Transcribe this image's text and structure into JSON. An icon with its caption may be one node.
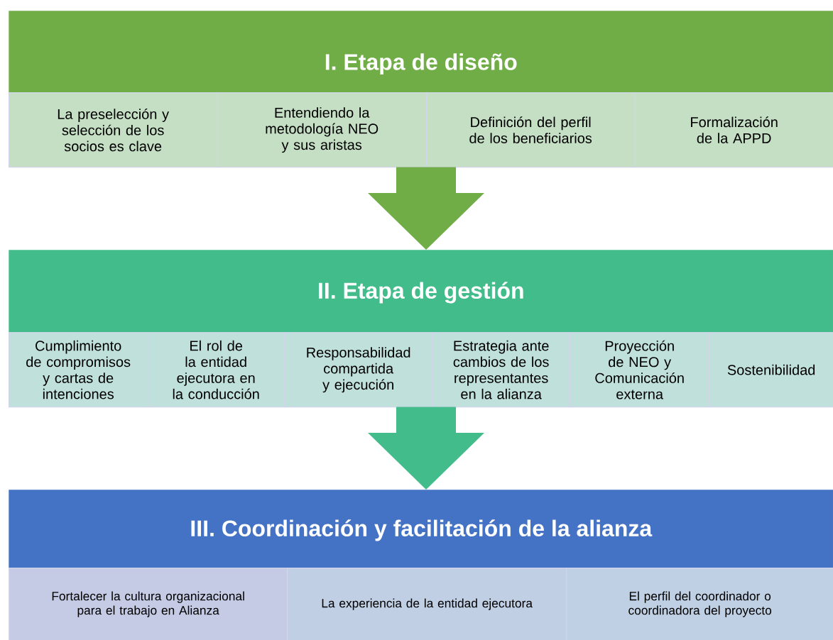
{
  "diagram": {
    "nodes": [
      {
        "text": [
          "I. Etapa de diseño"
        ]
      },
      {
        "text": [
          "La preselección y selección de los socios es clave"
        ]
      },
      {
        "text": [
          "Entendiendo la metodología NEO y sus aristas"
        ]
      },
      {
        "text": [
          "Definición del perfil de los beneficiarios"
        ]
      },
      {
        "text": [
          "Formalización de la APPD"
        ]
      },
      {
        "text": [
          "II. Etapa de gestión"
        ]
      },
      {
        "text": [
          "Cumplimiento de compromisos y cartas de intenciones"
        ]
      },
      {
        "text": [
          "El rol de la entidad ejecutora en la conducción"
        ]
      },
      {
        "text": [
          "Responsabilidad compartida y ejecución"
        ]
      },
      {
        "text": [
          "Estrategia ante cambios de los representantes en la alianza"
        ]
      },
      {
        "text": [
          "Proyección de NEO y Comunicación externa"
        ]
      },
      {
        "text": [
          "Sostenibilidad"
        ]
      },
      {
        "text": [
          "III. Coordinación y facilitación de la alianza"
        ]
      },
      {
        "text": [
          "Fortalecer la cultura organizacional para el trabajo en Alianza"
        ]
      },
      {
        "text": [
          "La experiencia de  la entidad ejecutora"
        ]
      },
      {
        "text": [
          "El perfil del coordinador o coordinadora del proyecto"
        ]
      }
    ],
    "edges": [
      {
        "from": 0,
        "to": 5,
        "arrow": "to",
        "style": "thick",
        "color": "#70ad47"
      },
      {
        "from": 5,
        "to": 12,
        "arrow": "to",
        "style": "thick",
        "color": "#43bc8b"
      }
    ]
  }
}
